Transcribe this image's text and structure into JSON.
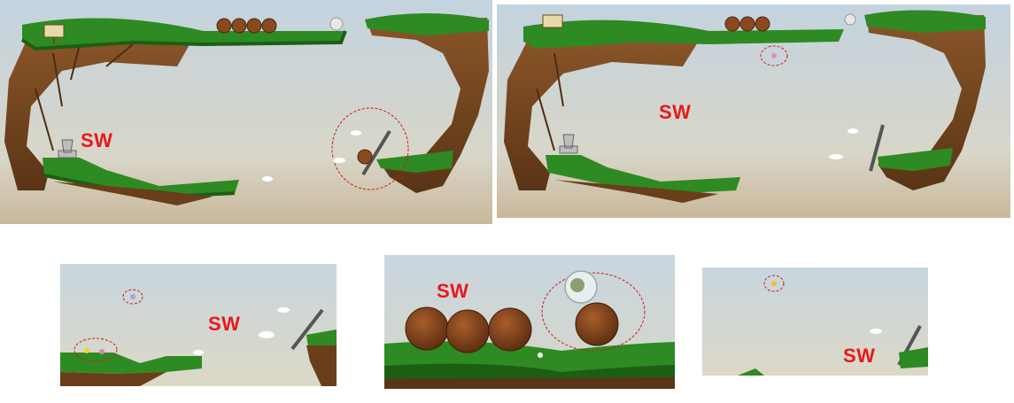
{
  "annotation": {
    "label": "SW",
    "color": "#e8181b"
  },
  "colors": {
    "sky_top": "#c9d6e0",
    "sky_bottom": "#d7cdb4",
    "grass": "#2e8a22",
    "grass_dark": "#1d5e15",
    "dirt": "#7a4a24",
    "dirt_dark": "#4e2c12",
    "highlight_circle": "#d01818"
  },
  "panels": [
    {
      "name": "scene-overview-1",
      "label": "SW"
    },
    {
      "name": "scene-overview-2",
      "label": "SW"
    },
    {
      "name": "detail-island",
      "label": "SW"
    },
    {
      "name": "detail-boulders",
      "label": "SW"
    },
    {
      "name": "detail-cannon",
      "label": "SW"
    }
  ]
}
